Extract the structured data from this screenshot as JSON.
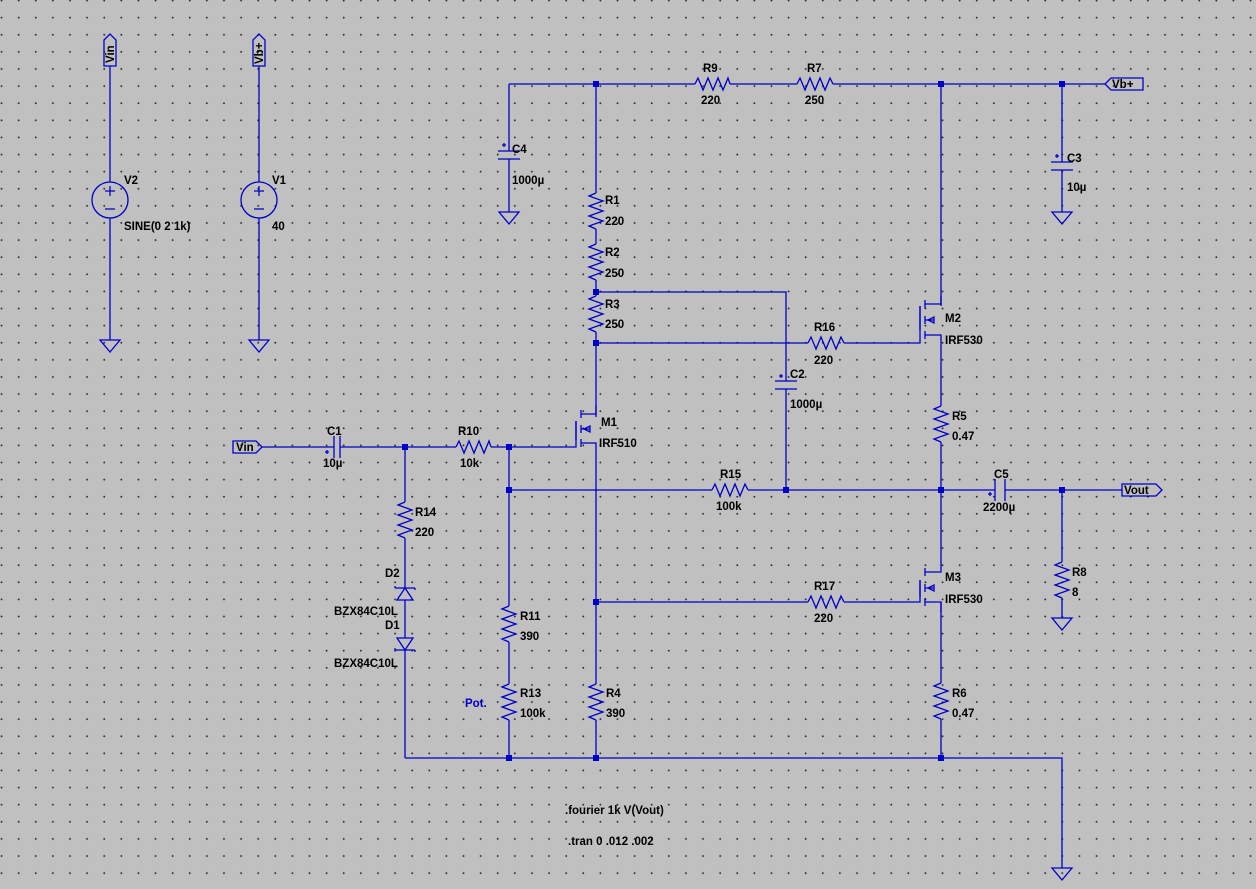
{
  "labels": {
    "vin_top": "Vin",
    "vb_top": "Vb+",
    "vb_right": "Vb+",
    "vin_left": "Vin",
    "vout": "Vout",
    "v2": "V2",
    "v2_value": "SINE(0 2 1k)",
    "v1": "V1",
    "v1_value": "40",
    "c4": "C4",
    "c4_value": "1000µ",
    "c3": "C3",
    "c3_value": "10µ",
    "c1": "C1",
    "c1_value": "10µ",
    "c2": "C2",
    "c2_value": "1000µ",
    "c5": "C5",
    "c5_value": "2200µ",
    "r9": "R9",
    "r9_value": "220",
    "r7": "R7",
    "r7_value": "250",
    "r1": "R1",
    "r1_value": "220",
    "r2": "R2",
    "r2_value": "250",
    "r3": "R3",
    "r3_value": "250",
    "r16": "R16",
    "r16_value": "220",
    "r10": "R10",
    "r10_value": "10k",
    "r15": "R15",
    "r15_value": "100k",
    "r5": "R5",
    "r5_value": "0.47",
    "r14": "R14",
    "r14_value": "220",
    "r11": "R11",
    "r11_value": "390",
    "r13": "R13",
    "r13_value": "100k",
    "r4": "R4",
    "r4_value": "390",
    "r17": "R17",
    "r17_value": "220",
    "r8": "R8",
    "r8_value": "8",
    "r6": "R6",
    "r6_value": "0.47",
    "m1": "M1",
    "m1_value": "IRF510",
    "m2": "M2",
    "m2_value": "IRF530",
    "m3": "M3",
    "m3_value": "IRF530",
    "d2": "D2",
    "d2_value": "BZX84C10L",
    "d1": "D1",
    "d1_value": "BZX84C10L",
    "pot": "Pot.",
    "fourier": ".fourier 1k V(Vout)",
    "tran": ".tran 0 .012 .002"
  },
  "colors": {
    "wire": "#0000c8",
    "background": "#c0c0c0",
    "grid_dot": "#303030",
    "text": "#000000"
  }
}
